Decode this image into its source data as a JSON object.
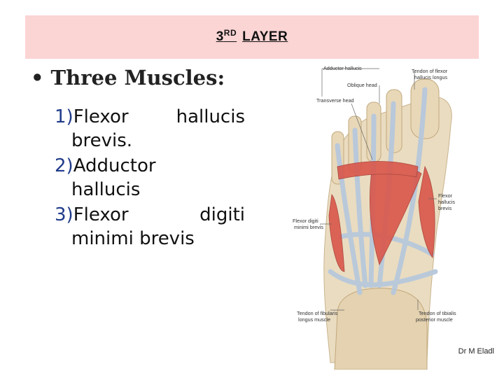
{
  "header": {
    "title_number": "3",
    "title_superscript": "RD",
    "title_word": "LAYER"
  },
  "slide": {
    "heading": "Three Muscles:",
    "bullet": "•",
    "items": [
      {
        "number": "1)",
        "first_a": "Flexor",
        "first_b": "hallucis",
        "rest": "brevis."
      },
      {
        "number": "2)",
        "first": "Adductor",
        "rest": "hallucis"
      },
      {
        "number": "3)",
        "first_a": "Flexor",
        "first_b": "digiti",
        "rest": "minimi brevis"
      }
    ]
  },
  "figure": {
    "labels": {
      "adductor_hallucis": "Adductor hallucis",
      "oblique_head": "Oblique head",
      "transverse_head": "Transverse head",
      "tendon_flexor_hallucis_longus_1": "Tendon of flexor",
      "tendon_flexor_hallucis_longus_2": "hallucis longus",
      "flexor_hallucis_brevis_1": "Flexor",
      "flexor_hallucis_brevis_2": "hallucis",
      "flexor_hallucis_brevis_3": "brevis",
      "flexor_digiti_1": "Flexor digiti",
      "flexor_digiti_2": "minimi brevis",
      "fibularis_1": "Tendon of fibularis",
      "fibularis_2": "longus muscle",
      "tibialis_1": "Tendon of tibialis",
      "tibialis_2": "posterior muscle"
    }
  },
  "footer": {
    "credit": "Dr M Eladl"
  },
  "colors": {
    "banner_bg": "#fbd4d4",
    "number_color": "#1f3b8a",
    "muscle_red": "#d9564a",
    "tendon_blue": "#b7c8dc",
    "bone": "#eadcc0"
  }
}
